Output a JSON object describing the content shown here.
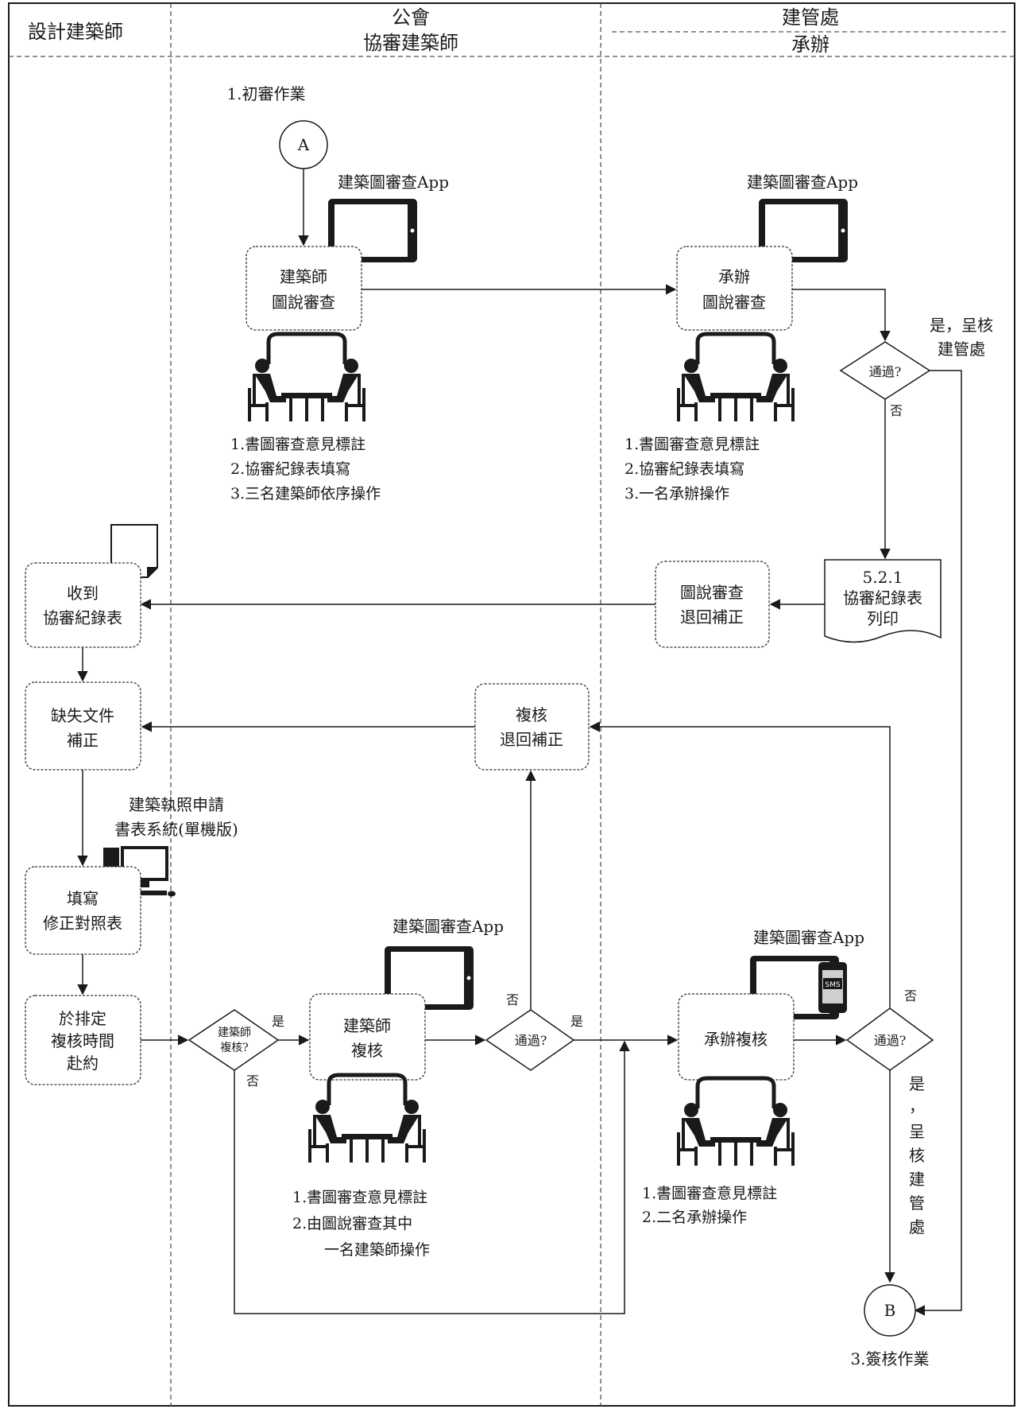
{
  "lanes": {
    "designer": "設計建築師",
    "association": [
      "公會",
      "協審建築師"
    ],
    "office": [
      "建管處",
      "承辦"
    ]
  },
  "steps": {
    "initial_review": "1.初審作業",
    "sign_off": "3.簽核作業"
  },
  "connectors": {
    "a": "A",
    "b": "B"
  },
  "apps": {
    "review_app": "建築圖審查App",
    "sms": "SMS",
    "desktop_system": [
      "建築執照申請",
      "書表系統(單機版)"
    ]
  },
  "boxes": {
    "architect_review": [
      "建築師",
      "圖說審查"
    ],
    "clerk_review": [
      "承辦",
      "圖說審查"
    ],
    "print_record": [
      "5.2.1",
      "協審紀錄表",
      "列印"
    ],
    "drawing_return": [
      "圖說審查",
      "退回補正"
    ],
    "receive_record": [
      "收到",
      "協審紀錄表"
    ],
    "recheck_return": [
      "複核",
      "退回補正"
    ],
    "missing_docs": [
      "缺失文件",
      "補正"
    ],
    "fill_table": [
      "填寫",
      "修正對照表"
    ],
    "appointment": [
      "於排定",
      "複核時間",
      "赴約"
    ],
    "architect_recheck": [
      "建築師",
      "複核"
    ],
    "clerk_recheck": "承辦複核"
  },
  "decisions": {
    "pass": "通過?",
    "architect_recheck": [
      "建築師",
      "複核?"
    ]
  },
  "edge_labels": {
    "yes": "是",
    "no": "否",
    "yes_to_office_a": "是，呈核",
    "yes_to_office_b": "建管處",
    "yes_vertical": [
      "是",
      "，",
      "呈",
      "核",
      "建",
      "管",
      "處"
    ]
  },
  "notes": {
    "architect_initial": [
      "1.書圖審查意見標註",
      "2.協審紀錄表填寫",
      "3.三名建築師依序操作"
    ],
    "clerk_initial": [
      "1.書圖審查意見標註",
      "2.協審紀錄表填寫",
      "3.一名承辦操作"
    ],
    "architect_recheck": [
      "1.書圖審查意見標註",
      "2.由圖說審查其中",
      "一名建築師操作"
    ],
    "clerk_recheck": [
      "1.書圖審查意見標註",
      "2.二名承辦操作"
    ]
  }
}
